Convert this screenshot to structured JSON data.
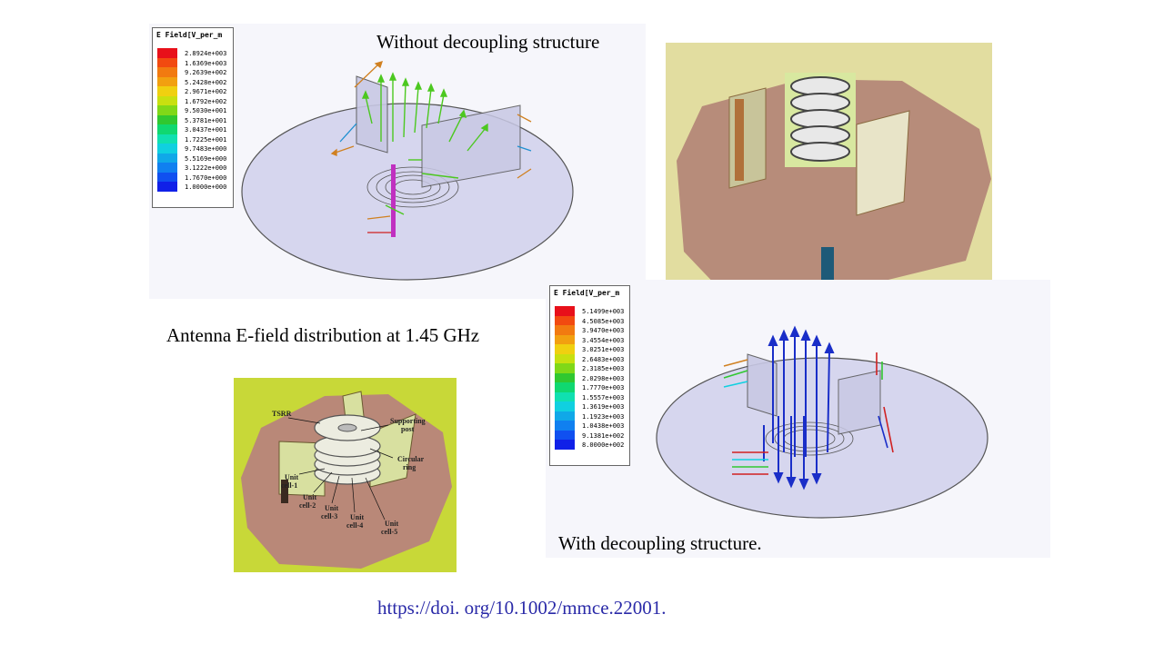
{
  "top_panel": {
    "caption": "Without decoupling structure",
    "legend": {
      "title": "E Field[V_per_m",
      "values": [
        "2.8924e+003",
        "1.6369e+003",
        "9.2639e+002",
        "5.2428e+002",
        "2.9671e+002",
        "1.6792e+002",
        "9.5030e+001",
        "5.3781e+001",
        "3.0437e+001",
        "1.7225e+001",
        "9.7483e+000",
        "5.5169e+000",
        "3.1222e+000",
        "1.7670e+000",
        "1.0000e+000"
      ]
    }
  },
  "bottom_panel": {
    "caption": "With decoupling structure.",
    "legend": {
      "title": "E Field[V_per_m",
      "values": [
        "5.1499e+003",
        "4.5085e+003",
        "3.9470e+003",
        "3.4554e+003",
        "3.0251e+003",
        "2.6483e+003",
        "2.3185e+003",
        "2.0298e+003",
        "1.7770e+003",
        "1.5557e+003",
        "1.3619e+003",
        "1.1923e+003",
        "1.0438e+003",
        "9.1381e+002",
        "8.0000e+002"
      ]
    }
  },
  "middle_caption": "Antenna E-field distribution at 1.45 GHz",
  "photo_labels": {
    "tsrr": "TSRR",
    "supporting_post_1": "Supporting",
    "supporting_post_2": "post",
    "circular_ring_1": "Circular",
    "circular_ring_2": "ring",
    "unit_cell_1a": "Unit",
    "unit_cell_1b": "cell-1",
    "unit_cell_2a": "Unit",
    "unit_cell_2b": "cell-2",
    "unit_cell_3a": "Unit",
    "unit_cell_3b": "cell-3",
    "unit_cell_4a": "Unit",
    "unit_cell_4b": "cell-4",
    "unit_cell_5a": "Unit",
    "unit_cell_5b": "cell-5"
  },
  "doi": "https://doi. org/10.1002/mmce.22001.",
  "colors": {
    "legend_scale": [
      "#e8101a",
      "#f24a10",
      "#f27a10",
      "#f2a010",
      "#f0d010",
      "#c8e010",
      "#80d818",
      "#30c830",
      "#10d870",
      "#10e0b0",
      "#10d0e0",
      "#10a8e8",
      "#1080f0",
      "#1050f0",
      "#1020e8"
    ],
    "arrow_field": "#1a2ec8",
    "arrow_top": "#4cc820",
    "ground_plane": "#d4d4ec",
    "doi_text": "#2a2aa8",
    "pointer_arrow": "#1e5a78"
  }
}
